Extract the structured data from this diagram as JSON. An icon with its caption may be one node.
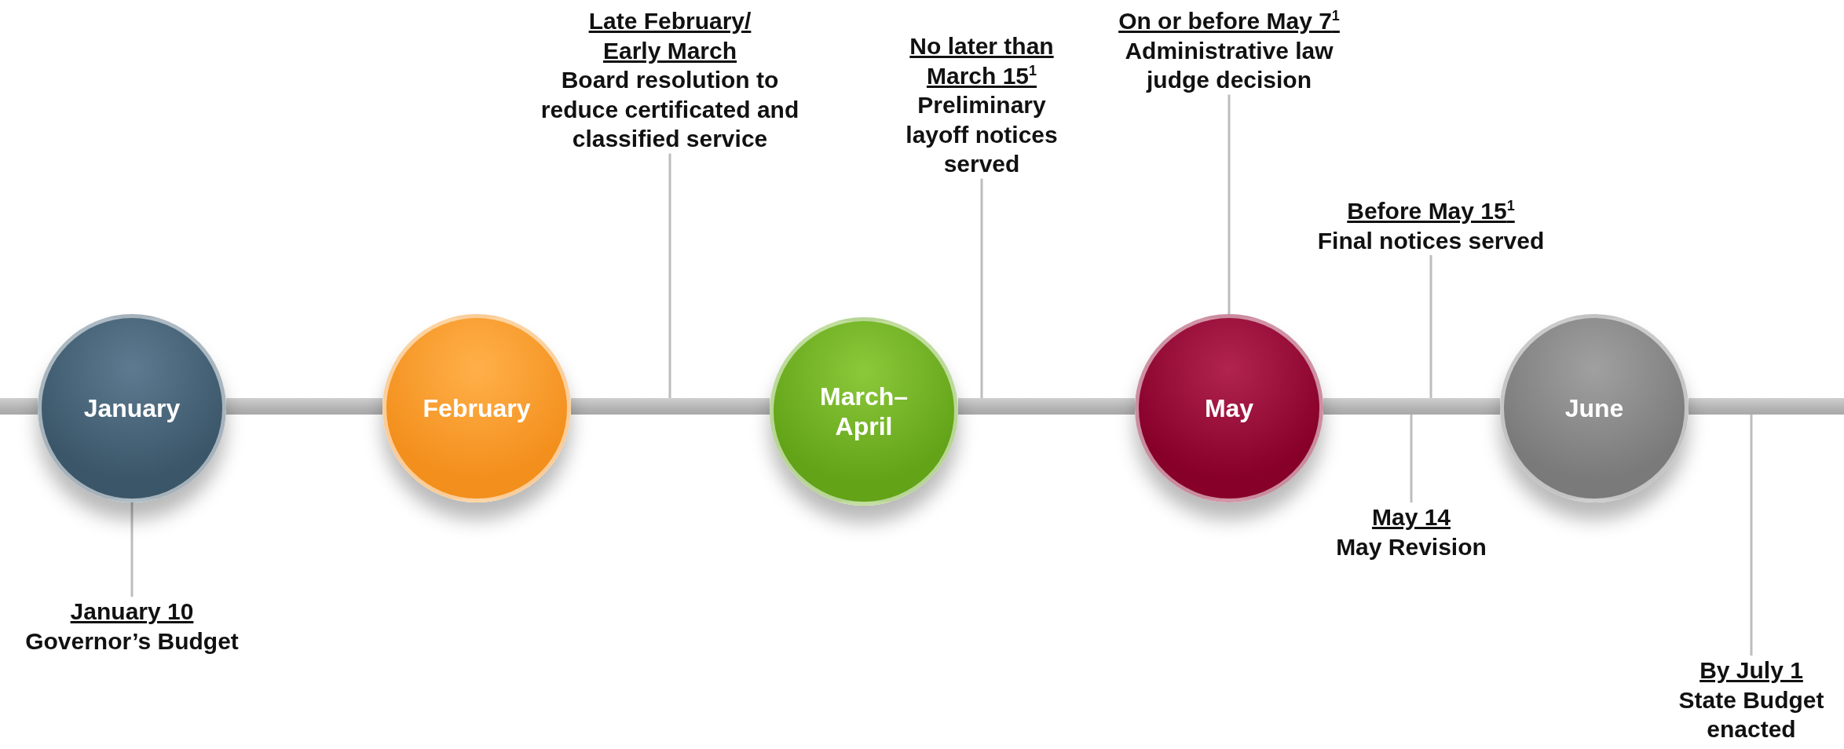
{
  "diagram": {
    "nodes": [
      {
        "text": [],
        "shape": "bar"
      },
      {
        "text": [],
        "shape": "bar"
      },
      {
        "text": [],
        "shape": "bar"
      },
      {
        "text": [],
        "shape": "bar"
      },
      {
        "text": [],
        "shape": "bar"
      },
      {
        "text": [],
        "shape": "bar"
      },
      {
        "text": [
          "January"
        ]
      },
      {
        "text": [
          "February"
        ]
      },
      {
        "text": [
          "March–April"
        ]
      },
      {
        "text": [
          "May"
        ]
      },
      {
        "text": [
          "June"
        ]
      },
      {
        "text": [
          "January 10",
          "Governor’s Budget"
        ]
      },
      {
        "text": [
          "Late February/ Early March",
          "Board resolution to reduce certificated and classified service"
        ]
      },
      {
        "text": [
          "No later than March 15$^{1}$",
          "Preliminary layoff notices served"
        ]
      },
      {
        "text": [
          "On or before May 7$^{1}$",
          "Administrative law judge decision"
        ]
      },
      {
        "text": [
          "Before May 15$^{1}$",
          "Final notices served"
        ]
      },
      {
        "text": [
          "May 14",
          "May Revision"
        ]
      },
      {
        "text": [
          "By July 1",
          "State Budget enacted"
        ]
      }
    ],
    "edges": [
      {
        "from": 11,
        "to": 6,
        "arrow": "none"
      },
      {
        "from": 12,
        "to": 2,
        "arrow": "none"
      },
      {
        "from": 13,
        "to": 3,
        "arrow": "none"
      },
      {
        "from": 14,
        "to": 9,
        "arrow": "none"
      },
      {
        "from": 15,
        "to": 4,
        "arrow": "none"
      },
      {
        "from": 16,
        "to": 4,
        "arrow": "none"
      },
      {
        "from": 17,
        "to": 5,
        "arrow": "none"
      }
    ]
  }
}
